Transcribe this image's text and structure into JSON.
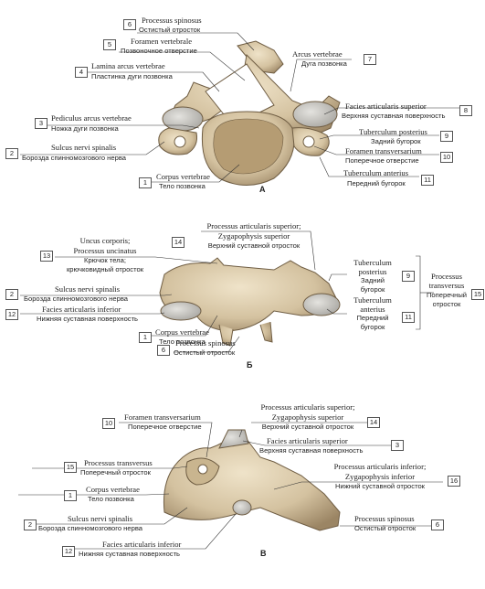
{
  "panels": {
    "a": "A",
    "b": "Б",
    "c": "В"
  },
  "labels": [
    {
      "num": "6",
      "latin": "Processus spinosus",
      "russian": "Остистый отросток"
    },
    {
      "num": "5",
      "latin": "Foramen vertebrale",
      "russian": "Позвоночное отверстие"
    },
    {
      "num": "4",
      "latin": "Lamina arcus vertebrae",
      "russian": "Пластинка дуги позвонка"
    },
    {
      "num": "7",
      "latin": "Arcus vertebrae",
      "russian": "Дуга позвонка"
    },
    {
      "num": "3",
      "latin": "Pediculus arcus vertebrae",
      "russian": "Ножка дуги позвонка"
    },
    {
      "num": "8",
      "latin": "Facies articularis superior",
      "russian": "Верхняя суставная поверхность"
    },
    {
      "num": "2",
      "latin": "Sulcus nervi spinalis",
      "russian": "Борозда спинномозгового нерва"
    },
    {
      "num": "9",
      "latin": "Tuberculum posterius",
      "russian": "Задний бугорок"
    },
    {
      "num": "10",
      "latin": "Foramen transversarium",
      "russian": "Поперечное отверстие"
    },
    {
      "num": "11",
      "latin": "Tuberculum anterius",
      "russian": "Передний бугорок"
    },
    {
      "num": "1",
      "latin": "Corpus vertebrae",
      "russian": "Тело позвонка"
    },
    {
      "num": "14",
      "latin": "Processus articularis superior;",
      "latin2": "Zygapophysis superior",
      "russian": "Верхний суставной отросток"
    },
    {
      "num": "13",
      "latin": "Uncus corporis;",
      "latin2": "Processus uncinatus",
      "russian": "Крючок тела;",
      "russian2": "крючковидный отросток"
    },
    {
      "num": "2",
      "latin": "Sulcus nervi spinalis",
      "russian": "Борозда спинномозгового нерва"
    },
    {
      "num": "12",
      "latin": "Facies articularis inferior",
      "russian": "Нижняя суставная поверхность"
    },
    {
      "num": "9",
      "latin": "Tuberculum",
      "latin2": "posterius",
      "russian": "Задний",
      "russian2": "бугорок"
    },
    {
      "num": "11",
      "latin": "Tuberculum",
      "latin2": "anterius",
      "russian": "Передний",
      "russian2": "бугорок"
    },
    {
      "num": "15",
      "latin": "Processus",
      "latin2": "transversus",
      "russian": "Поперечный",
      "russian2": "отросток"
    },
    {
      "num": "1",
      "latin": "Corpus vertebrae",
      "russian": "Тело позвонка"
    },
    {
      "num": "6",
      "latin": "Processus spinosus",
      "russian": "Остистый отросток"
    },
    {
      "num": "10",
      "latin": "Foramen transversarium",
      "russian": "Поперечное отверстие"
    },
    {
      "num": "14",
      "latin": "Processus articularis superior;",
      "latin2": "Zygapophysis superior",
      "russian": "Верхний суставной отросток"
    },
    {
      "num": "3",
      "latin": "Facies articularis superior",
      "russian": "Верхняя суставная поверхность"
    },
    {
      "num": "15",
      "latin": "Processus transversus",
      "russian": "Поперечный отросток"
    },
    {
      "num": "16",
      "latin": "Processus articularis inferior;",
      "latin2": "Zygapophysis inferior",
      "russian": "Нижний суставной отросток"
    },
    {
      "num": "1",
      "latin": "Corpus vertebrae",
      "russian": "Тело позвонка"
    },
    {
      "num": "2",
      "latin": "Sulcus nervi spinalis",
      "russian": "Борозда спинномозгового нерва"
    },
    {
      "num": "6",
      "latin": "Processus spinosus",
      "russian": "Остистый отросток"
    },
    {
      "num": "12",
      "latin": "Facies articularis inferior",
      "russian": "Нижняя суставная поверхность"
    }
  ],
  "colors": {
    "bone": "#d8c7a6",
    "bone_dark": "#a48f6c",
    "bone_shadow": "#6f5d43",
    "cartilage": "#b9b7b2",
    "line": "#333333"
  }
}
